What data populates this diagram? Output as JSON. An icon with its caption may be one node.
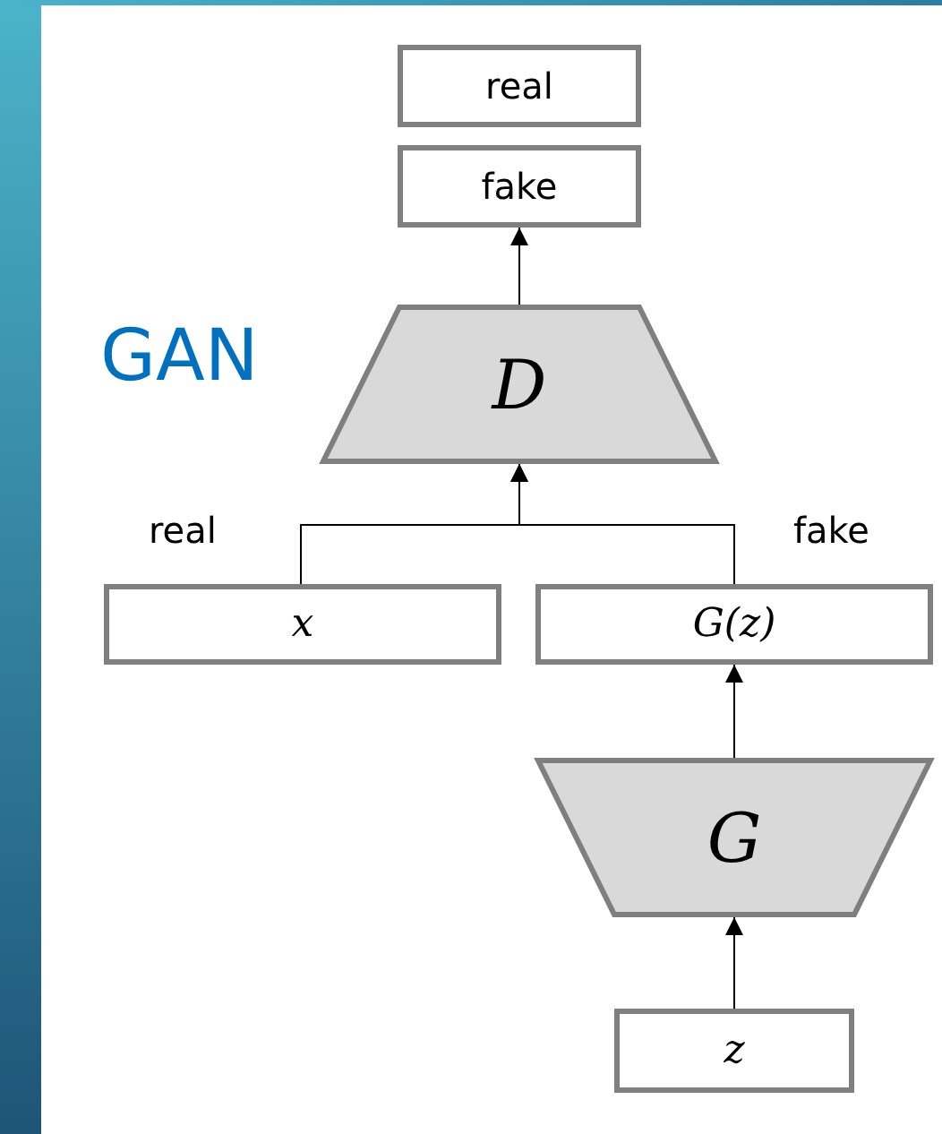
{
  "diagram": {
    "title": "GAN",
    "nodes": [
      {
        "text": [
          "real"
        ]
      },
      {
        "text": [
          "fake"
        ]
      },
      {
        "text": [
          "D"
        ]
      },
      {
        "text": [
          "x"
        ]
      },
      {
        "text": [
          "G(z)"
        ]
      },
      {
        "text": [
          "G"
        ]
      },
      {
        "text": [
          "z"
        ]
      }
    ],
    "edges": [
      {
        "from": 2,
        "to": 1,
        "arrow": "to"
      },
      {
        "from": 3,
        "to": 2,
        "arrow": "to"
      },
      {
        "from": 4,
        "to": 2,
        "arrow": "to"
      },
      {
        "from": 5,
        "to": 4,
        "arrow": "to"
      },
      {
        "from": 6,
        "to": 5,
        "arrow": "to"
      }
    ],
    "labels": [
      "real",
      "fake"
    ]
  }
}
